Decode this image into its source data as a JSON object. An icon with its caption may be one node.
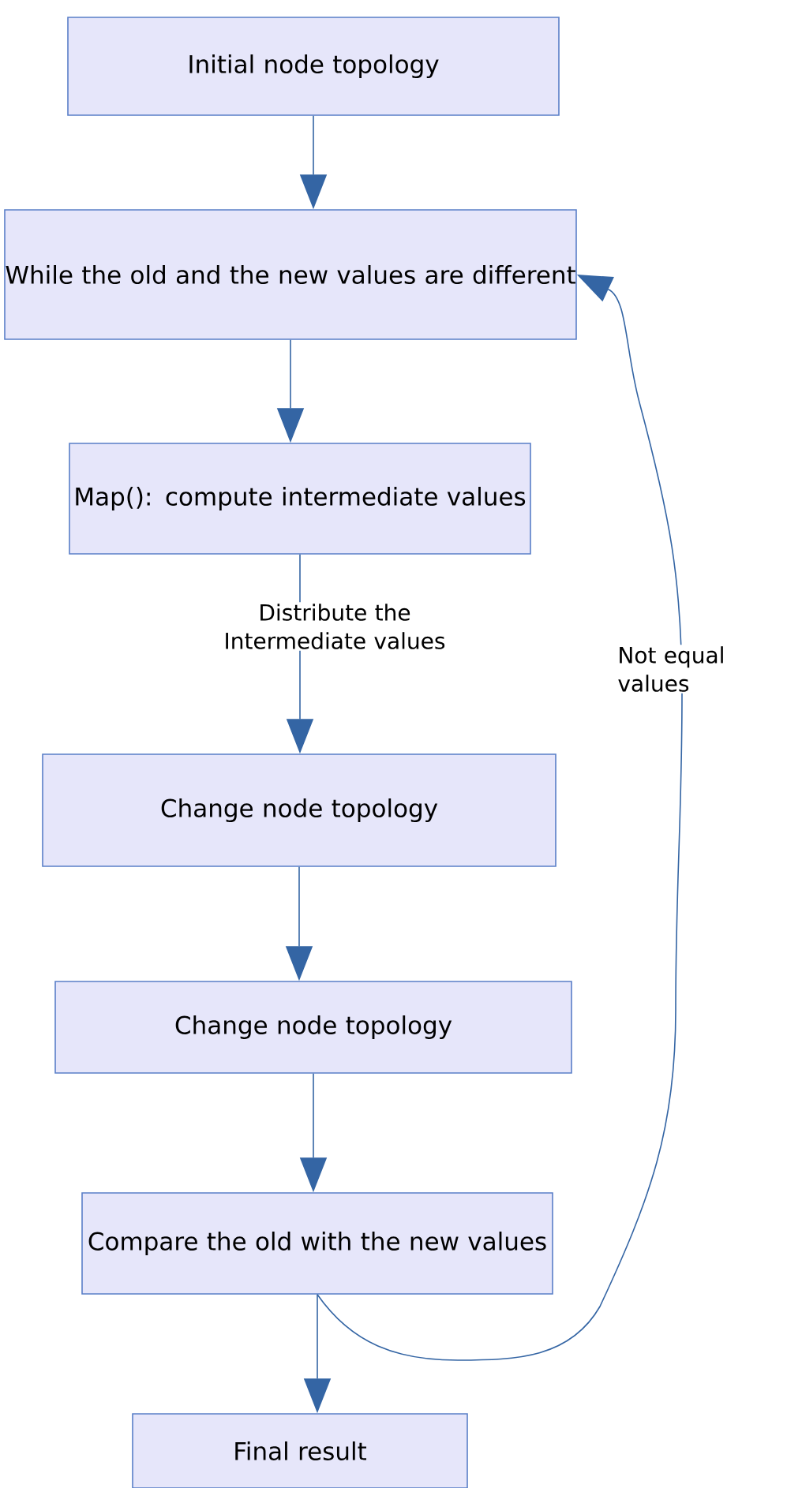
{
  "diagram": {
    "nodes": [
      {
        "text": [
          "Initial node topology"
        ]
      },
      {
        "text": [
          "While the old and the new values are different"
        ]
      },
      {
        "text": [
          "Map(): compute intermediate values"
        ]
      },
      {
        "text": [
          "Change node topology"
        ]
      },
      {
        "text": [
          "Change node topology"
        ]
      },
      {
        "text": [
          "Compare the old with the new values"
        ]
      },
      {
        "text": [
          "Final result"
        ]
      }
    ],
    "edges": [
      {
        "from": 0,
        "to": 1,
        "arrow": "to"
      },
      {
        "from": 1,
        "to": 2,
        "arrow": "to"
      },
      {
        "from": 2,
        "to": 3,
        "arrow": "to",
        "label": "Distribute the Intermediate values"
      },
      {
        "from": 3,
        "to": 4,
        "arrow": "to"
      },
      {
        "from": 4,
        "to": 5,
        "arrow": "to"
      },
      {
        "from": 5,
        "to": 6,
        "arrow": "to"
      },
      {
        "from": 5,
        "to": 1,
        "arrow": "to",
        "label": "Not equal values"
      }
    ]
  }
}
